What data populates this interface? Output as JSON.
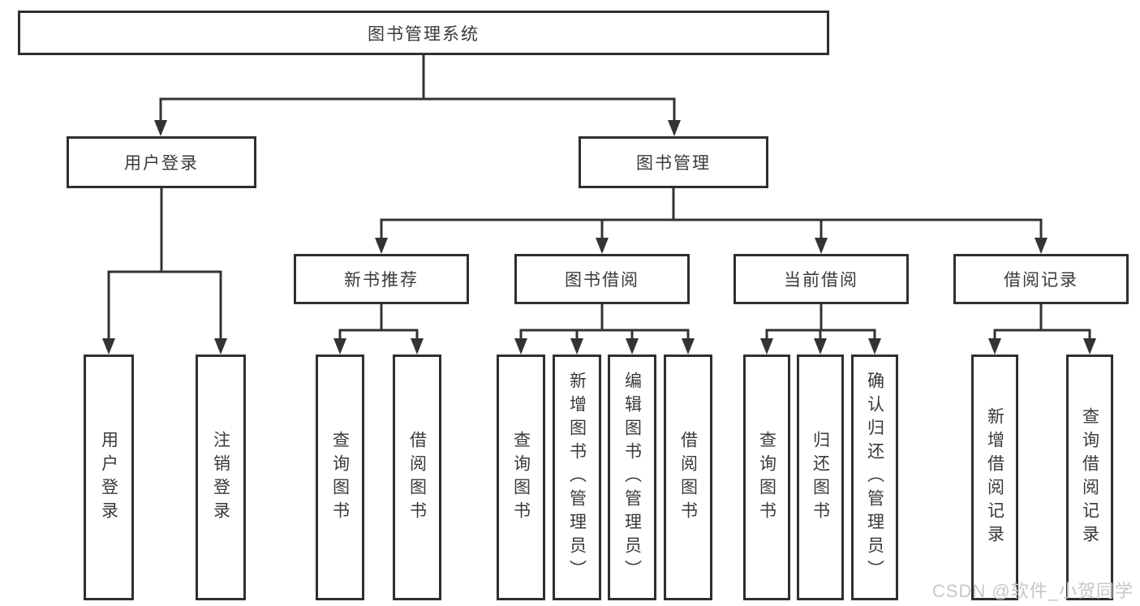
{
  "diagram": {
    "root": {
      "label": "图书管理系统",
      "children": [
        {
          "label": "用户登录",
          "children": [
            {
              "label": "用户登录"
            },
            {
              "label": "注销登录"
            }
          ]
        },
        {
          "label": "图书管理",
          "children": [
            {
              "label": "新书推荐",
              "children": [
                {
                  "label": "查询图书"
                },
                {
                  "label": "借阅图书"
                }
              ]
            },
            {
              "label": "图书借阅",
              "children": [
                {
                  "label": "查询图书"
                },
                {
                  "label": "新增图书（管理员）"
                },
                {
                  "label": "编辑图书（管理员）"
                },
                {
                  "label": "借阅图书"
                }
              ]
            },
            {
              "label": "当前借阅",
              "children": [
                {
                  "label": "查询图书"
                },
                {
                  "label": "归还图书"
                },
                {
                  "label": "确认归还（管理员）"
                }
              ]
            },
            {
              "label": "借阅记录",
              "children": [
                {
                  "label": "新增借阅记录"
                },
                {
                  "label": "查询借阅记录"
                }
              ]
            }
          ]
        }
      ]
    }
  },
  "watermark": {
    "text": "CSDN @软件_小贺同学"
  },
  "colors": {
    "line": "#333333",
    "box_border": "#2f2f2f",
    "text": "#3a3a3a",
    "watermark": "#c7c7c7",
    "background": "#ffffff"
  }
}
